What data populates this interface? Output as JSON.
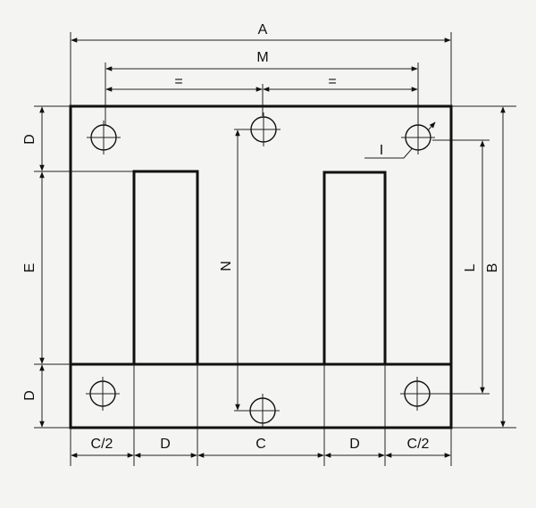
{
  "labels": {
    "A": "A",
    "M": "M",
    "eq_left": "=",
    "eq_right": "=",
    "D_top": "D",
    "E": "E",
    "D_bottom": "D",
    "N": "N",
    "L": "L",
    "B": "B",
    "I": "I",
    "C_half_left": "C/2",
    "D_left": "D",
    "C": "C",
    "D_right": "D",
    "C_half_right": "C/2"
  },
  "colors": {
    "line": "#111111",
    "background": "#f4f4f2"
  }
}
